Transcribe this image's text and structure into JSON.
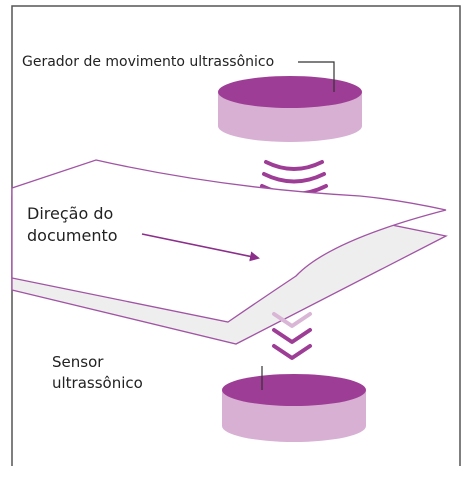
{
  "labels": {
    "generator": "Gerador de movimento ultrassônico",
    "direction_line1": "Direção do",
    "direction_line2": "documento",
    "sensor_line1": "Sensor",
    "sensor_line2": "ultrassônico"
  },
  "colors": {
    "frame": "#555555",
    "disc_top": "#9e3d95",
    "disc_side": "#d7b0d3",
    "paper_outline": "#a154a4",
    "paper_fill": "#ffffff",
    "paper_back": "#eeeeee",
    "arrow": "#8b2f8a",
    "leader": "#333333"
  },
  "icons": [
    "ultrasound-wave-icon",
    "ultrasound-chevron-icon",
    "direction-arrow-icon"
  ]
}
